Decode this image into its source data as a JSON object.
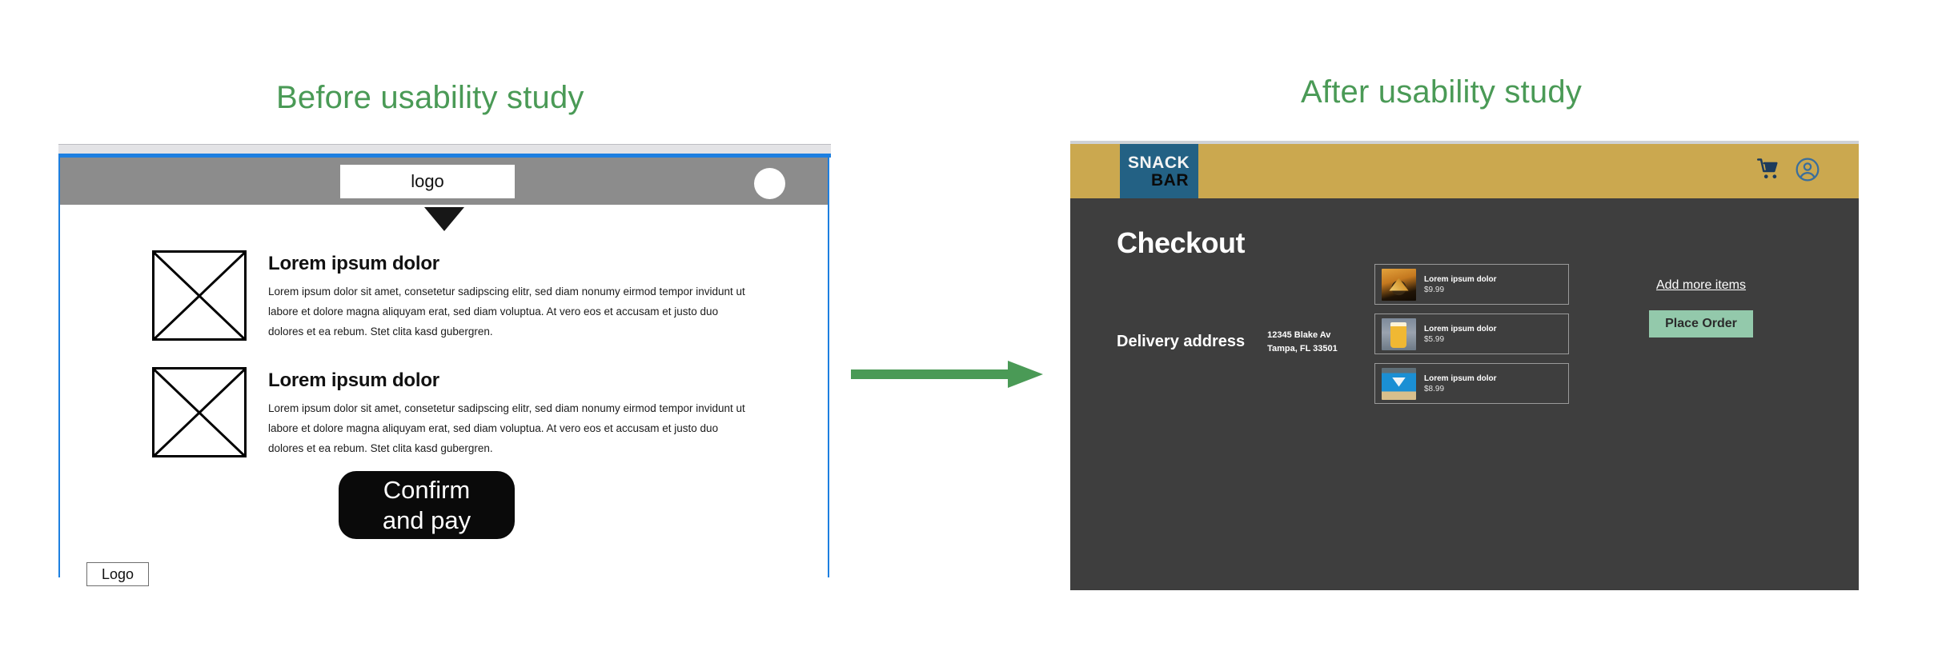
{
  "headings": {
    "before": "Before usability study",
    "after": "After usability study"
  },
  "colors": {
    "accent_green": "#4a9a56",
    "brand_gold": "#cba84f",
    "brand_teal": "#236184",
    "panel_dark": "#3e3e3e",
    "cta_green": "#93c9ab",
    "browser_blue": "#1d7fe0"
  },
  "before": {
    "navbar": {
      "logo_label": "logo",
      "avatar_icon": "avatar-circle-icon"
    },
    "dropdown_icon": "caret-down-icon",
    "sections": [
      {
        "image_placeholder": "image-placeholder-crossed-box",
        "heading": "Lorem ipsum dolor",
        "body": "Lorem ipsum dolor sit amet, consetetur sadipscing elitr, sed diam nonumy eirmod tempor invidunt ut labore et dolore magna aliquyam erat, sed diam voluptua. At vero eos et accusam et justo duo dolores et ea rebum. Stet clita kasd gubergren."
      },
      {
        "image_placeholder": "image-placeholder-crossed-box",
        "heading": "Lorem ipsum dolor",
        "body": "Lorem ipsum dolor sit amet, consetetur sadipscing elitr, sed diam nonumy eirmod tempor invidunt ut labore et dolore magna aliquyam erat, sed diam voluptua. At vero eos et accusam et justo duo dolores et ea rebum. Stet clita kasd gubergren."
      }
    ],
    "confirm_button": {
      "line1": "Confirm",
      "line2": "and pay"
    },
    "footer_logo": "Logo"
  },
  "flow": {
    "arrow_icon": "right-arrow-icon"
  },
  "after": {
    "brand": {
      "top": "SNACK",
      "bottom": "BAR"
    },
    "header_icons": [
      {
        "name": "shopping-cart-icon"
      },
      {
        "name": "account-circle-icon"
      }
    ],
    "page_title": "Checkout",
    "delivery": {
      "label": "Delivery address",
      "line1": "12345 Blake Av",
      "line2": "Tampa, FL 33501"
    },
    "items": [
      {
        "thumb": "nachos-thumbnail",
        "name": "Lorem ipsum dolor",
        "price": "$9.99"
      },
      {
        "thumb": "beer-thumbnail",
        "name": "Lorem ipsum dolor",
        "price": "$5.99"
      },
      {
        "thumb": "cocktail-pool-thumbnail",
        "name": "Lorem ipsum dolor",
        "price": "$8.99"
      }
    ],
    "add_more_label": "Add more items",
    "place_order_label": "Place Order"
  }
}
